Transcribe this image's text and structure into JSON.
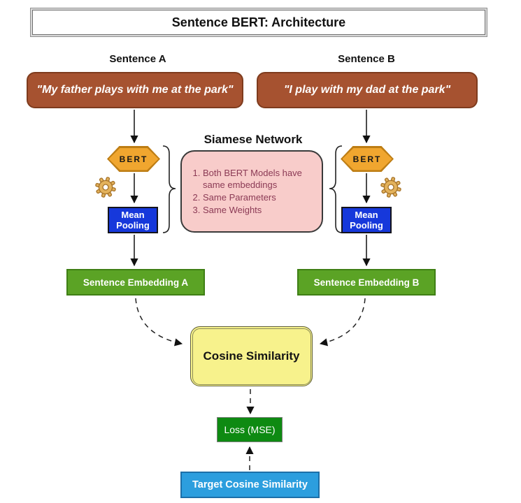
{
  "title": "Sentence BERT: Architecture",
  "columns": {
    "a": {
      "heading": "Sentence A",
      "quote": "\"My father plays with me at the park\"",
      "bert": "BERT",
      "pooling": "Mean Pooling",
      "embedding": "Sentence Embedding A"
    },
    "b": {
      "heading": "Sentence B",
      "quote": "\"I play with my dad at the park\"",
      "bert": "BERT",
      "pooling": "Mean Pooling",
      "embedding": "Sentence Embedding B"
    }
  },
  "siamese": {
    "heading": "Siamese Network",
    "notes": [
      "Both BERT Models have same embeddings",
      "Same Parameters",
      "Same Weights"
    ]
  },
  "cosine_label": "Cosine Similarity",
  "loss_label": "Loss (MSE)",
  "target_label": "Target Cosine Similarity",
  "icons": {
    "gear": "gear-icon",
    "brace_left": "curly-brace-right-facing",
    "brace_right": "curly-brace-left-facing"
  },
  "colors": {
    "sentence_box": "#A65230",
    "bert_hexagon": "#F0A62F",
    "mean_pooling": "#1638DB",
    "siamese_note_bg": "#F8CCCA",
    "siamese_note_text": "#8B3A55",
    "embedding_box": "#5BA325",
    "cosine_box": "#F7F28C",
    "loss_box": "#0E8A12",
    "target_box": "#2C9EDE",
    "gear": "#E3B25C"
  }
}
